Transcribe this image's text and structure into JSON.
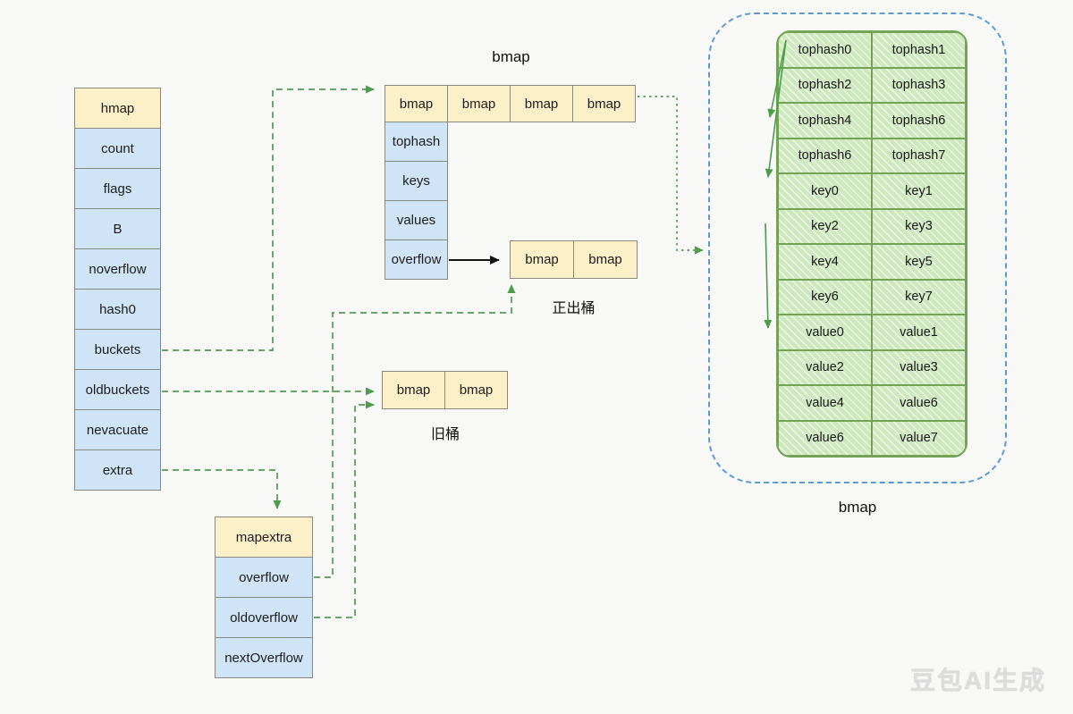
{
  "hmap": {
    "title": "hmap",
    "fields": [
      "count",
      "flags",
      "B",
      "noverflow",
      "hash0",
      "buckets",
      "oldbuckets",
      "nevacuate",
      "extra"
    ]
  },
  "bmap_row": {
    "label": "bmap",
    "cells": [
      "bmap",
      "bmap",
      "bmap",
      "bmap"
    ],
    "fields": [
      "tophash",
      "keys",
      "values",
      "overflow"
    ]
  },
  "overflow_bucket": {
    "cells": [
      "bmap",
      "bmap"
    ],
    "label": "正出桶"
  },
  "old_bucket": {
    "cells": [
      "bmap",
      "bmap"
    ],
    "label": "旧桶"
  },
  "mapextra": {
    "title": "mapextra",
    "fields": [
      "overflow",
      "oldoverflow",
      "nextOverflow"
    ]
  },
  "bmap_detail": {
    "label": "bmap",
    "rows": [
      [
        "tophash0",
        "tophash1"
      ],
      [
        "tophash2",
        "tophash3"
      ],
      [
        "tophash4",
        "tophash6"
      ],
      [
        "tophash6",
        "tophash7"
      ],
      [
        "key0",
        "key1"
      ],
      [
        "key2",
        "key3"
      ],
      [
        "key4",
        "key5"
      ],
      [
        "key6",
        "key7"
      ],
      [
        "value0",
        "value1"
      ],
      [
        "value2",
        "value3"
      ],
      [
        "value4",
        "value6"
      ],
      [
        "value6",
        "value7"
      ]
    ]
  },
  "watermark": {
    "text": "豆包AI生成"
  },
  "colors": {
    "yellow_cell": "#fbf0c7",
    "blue_cell": "#cfe4f6",
    "green_cell": "#cde8bc",
    "green_border": "#74a257",
    "dashed_box_border": "#5b9bd5",
    "arrow_green": "#4e9d4e",
    "arrow_black": "#141414"
  }
}
